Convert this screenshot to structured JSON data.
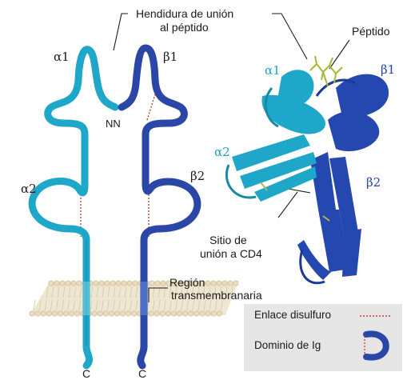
{
  "labels": {
    "binding_cleft_line1": "Hendidura de unión",
    "binding_cleft_line2": "al péptido",
    "peptide": "Péptido",
    "alpha1_left": "α1",
    "beta1_left": "β1",
    "alpha2_left": "α2",
    "beta2_left": "β2",
    "n_terminals": "NN",
    "c_left": "C",
    "c_right": "C",
    "transmembrane_line1": "Región",
    "transmembrane_line2": "transmembranaria",
    "alpha1_right": "α1",
    "beta1_right": "β1",
    "alpha2_right": "α2",
    "beta2_right": "β2",
    "cd4_line1": "Sitio de",
    "cd4_line2": "unión a CD4"
  },
  "legend": {
    "disulfide": "Enlace disulfuro",
    "ig_domain": "Dominio de Ig"
  },
  "colors": {
    "alpha_chain": "#1ea7c8",
    "beta_chain": "#2a47a8",
    "disulfide": "#c0392b",
    "peptide": "#a8b832",
    "membrane_head": "#e9dcc0",
    "legend_bg": "#e6e6e6"
  }
}
